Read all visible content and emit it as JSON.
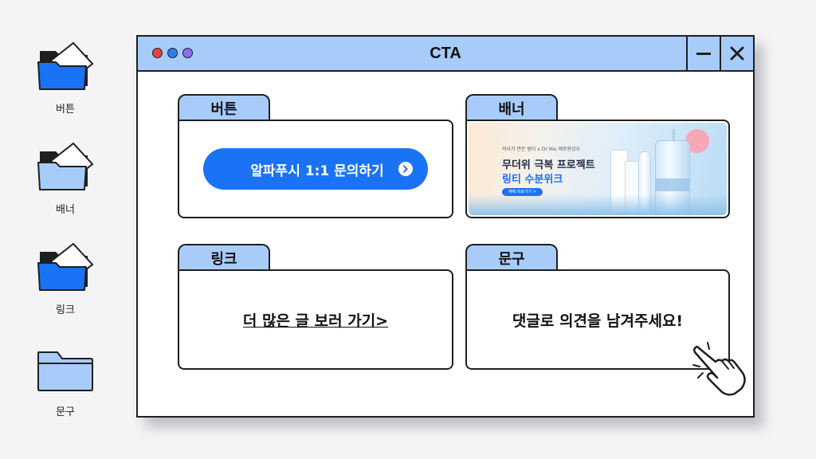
{
  "window": {
    "title": "CTA"
  },
  "desktop": {
    "icons": [
      {
        "label": "버튼",
        "icon": "folder-open-icon",
        "color": "#1a73f4"
      },
      {
        "label": "배너",
        "icon": "folder-open-icon",
        "color": "#a8ccfa"
      },
      {
        "label": "링크",
        "icon": "folder-open-icon",
        "color": "#1a73f4"
      },
      {
        "label": "문구",
        "icon": "folder-icon",
        "color": "#a8ccfa"
      }
    ]
  },
  "cards": {
    "button": {
      "tab": "버튼",
      "cta_label": "알파푸시 1:1 문의하기"
    },
    "banner": {
      "tab": "배너",
      "small_text": "의사가 만든 링티 x Dr.You 제주용암수",
      "headline": "무더위 극복 프로젝트",
      "subheadline": "링티 수분위크",
      "pill": "혜택 바로가기 >"
    },
    "link": {
      "tab": "링크",
      "text": "더 많은 글 보러 가기>"
    },
    "phrase": {
      "tab": "문구",
      "text": "댓글로 의견을 남겨주세요!"
    }
  },
  "colors": {
    "accent": "#1a73f4",
    "light_blue": "#a8ccfa",
    "dot_red": "#e8453c",
    "dot_blue": "#2f7df6",
    "dot_purple": "#8a6cf0"
  }
}
